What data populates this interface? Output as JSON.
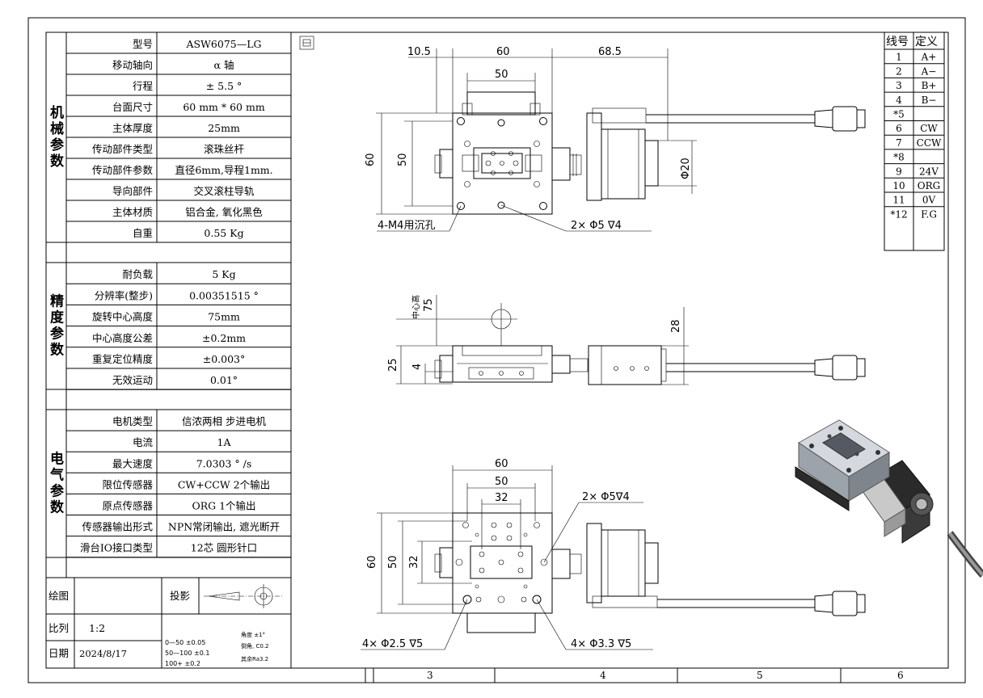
{
  "frame": {
    "zone_labels": [
      "3",
      "4",
      "5",
      "6"
    ]
  },
  "mechanical": {
    "section_label": [
      "机",
      "械",
      "参",
      "数"
    ],
    "rows": [
      {
        "label": "型号",
        "value": "ASW6075—LG"
      },
      {
        "label": "移动轴向",
        "value": "α 轴"
      },
      {
        "label": "行程",
        "value": "± 5.5 °"
      },
      {
        "label": "台面尺寸",
        "value": "60 mm * 60 mm"
      },
      {
        "label": "主体厚度",
        "value": "25mm"
      },
      {
        "label": "传动部件类型",
        "value": "滚珠丝杆"
      },
      {
        "label": "传动部件参数",
        "value": "直径6mm,导程1mm."
      },
      {
        "label": "导向部件",
        "value": "交叉滚柱导轨"
      },
      {
        "label": "主体材质",
        "value": "铝合金, 氧化黑色"
      },
      {
        "label": "自重",
        "value": "0.55 Kg"
      }
    ]
  },
  "precision": {
    "section_label": [
      "精",
      "度",
      "参",
      "数"
    ],
    "rows": [
      {
        "label": "耐负载",
        "value": "5 Kg"
      },
      {
        "label": "分辨率(整步)",
        "value": "0.00351515 °"
      },
      {
        "label": "旋转中心高度",
        "value": "75mm"
      },
      {
        "label": "中心高度公差",
        "value": "±0.2mm"
      },
      {
        "label": "重复定位精度",
        "value": "±0.003°"
      },
      {
        "label": "无效运动",
        "value": "0.01°"
      }
    ]
  },
  "electrical": {
    "section_label": [
      "电",
      "气",
      "参",
      "数"
    ],
    "rows": [
      {
        "label": "电机类型",
        "value": "信浓两相 步进电机"
      },
      {
        "label": "电流",
        "value": "1A"
      },
      {
        "label": "最大速度",
        "value": "7.0303 ° /s"
      },
      {
        "label": "限位传感器",
        "value": "CW+CCW 2个输出"
      },
      {
        "label": "原点传感器",
        "value": "ORG 1个输出"
      },
      {
        "label": "传感器输出形式",
        "value": "NPN常闭输出, 遮光断开"
      },
      {
        "label": "滑台IO接口类型",
        "value": "12芯 圆形针口"
      }
    ]
  },
  "title_block": {
    "drawn_label": "绘图",
    "projection_label": "投影",
    "scale_label": "比列",
    "scale_value": "1:2",
    "date_label": "日期",
    "date_value": "2024/8/17",
    "tolerances": [
      "0—50    ±0.05",
      "50—100  ±0.1",
      "100+    ±0.2"
    ],
    "notes": [
      "角度 ±1°",
      "倒角, C0.2",
      "其余Ra3.2"
    ]
  },
  "pin_table": {
    "headers": [
      "线号",
      "定义"
    ],
    "rows": [
      [
        "1",
        "A+"
      ],
      [
        "2",
        "A−"
      ],
      [
        "3",
        "B+"
      ],
      [
        "4",
        "B−"
      ],
      [
        "*5",
        ""
      ],
      [
        "6",
        "CW"
      ],
      [
        "7",
        "CCW"
      ],
      [
        "*8",
        ""
      ],
      [
        "9",
        "24V"
      ],
      [
        "10",
        "ORG"
      ],
      [
        "11",
        "0V"
      ],
      [
        "*12",
        "F.G"
      ]
    ]
  },
  "top_view": {
    "dims": {
      "d10_5": "10.5",
      "d60": "60",
      "d68_5": "68.5",
      "d50": "50",
      "v60": "60",
      "v50": "50",
      "phi20": "Φ20"
    },
    "callouts": {
      "holes_m4": "4-M4用沉孔",
      "holes_5": "2×  Φ5  ∇4"
    }
  },
  "side_view": {
    "dims": {
      "center_label": "中心高",
      "d75": "75",
      "d25": "25",
      "d4": "4",
      "d28": "28"
    }
  },
  "bottom_view": {
    "dims": {
      "d60": "60",
      "d50": "50",
      "d32": "32",
      "v60": "60",
      "v50": "50",
      "v32": "32"
    },
    "callouts": {
      "holes_5": "2× Φ5∇4",
      "holes_2_5": "4× Φ2.5  ∇5",
      "holes_3_3": "4× Φ3.3  ∇5"
    }
  }
}
